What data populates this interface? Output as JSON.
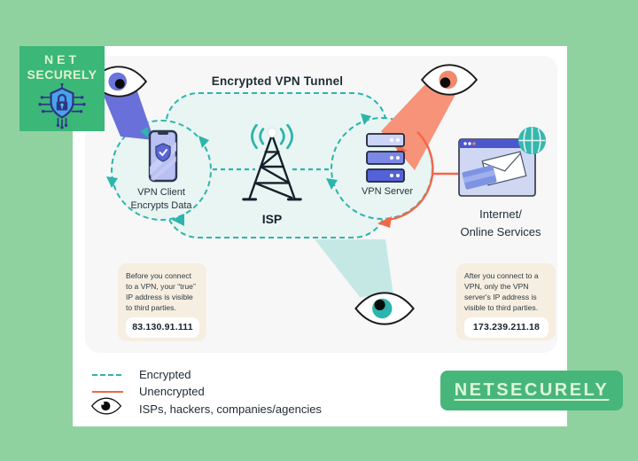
{
  "brand": {
    "logo_line1": "NET",
    "logo_line2": "SECURELY",
    "footer_badge": "NETSECURELY"
  },
  "diagram": {
    "title": "Encrypted VPN Tunnel",
    "client": {
      "label_line1": "VPN Client",
      "label_line2": "Encrypts Data"
    },
    "isp": {
      "label": "ISP"
    },
    "server": {
      "label": "VPN Server"
    },
    "internet": {
      "label_line1": "Internet/",
      "label_line2": "Online Services"
    }
  },
  "callouts": {
    "before": {
      "text": "Before you connect to a VPN, your “true” IP address is visible to third parties.",
      "ip": "83.130.91.111"
    },
    "after": {
      "text": "After you connect to a VPN, only the VPN server's IP address is visible to third parties.",
      "ip": "173.239.211.18"
    }
  },
  "legend": {
    "encrypted_label": "Encrypted",
    "unencrypted_label": "Unencrypted",
    "watchers_label": "ISPs, hackers, companies/agencies"
  },
  "colors": {
    "page_background": "#8fd2a0",
    "brand_green": "#3bb778",
    "brand_cream": "#def3cf",
    "teal_encrypted": "#2db4ad",
    "tunnel_fill": "#e9f5f2",
    "orange_unencrypted": "#f26749",
    "salmon_beam": "#f69379",
    "purple_beam": "#6a70da",
    "teal_beam": "#c5e8e5",
    "callout_cream": "#f6eee0",
    "server_rows": [
      "#ccd5f5",
      "#7c87e6",
      "#5561d8"
    ],
    "browser_bar": "#4c57ce",
    "globe_teal": "#35b7ae"
  }
}
